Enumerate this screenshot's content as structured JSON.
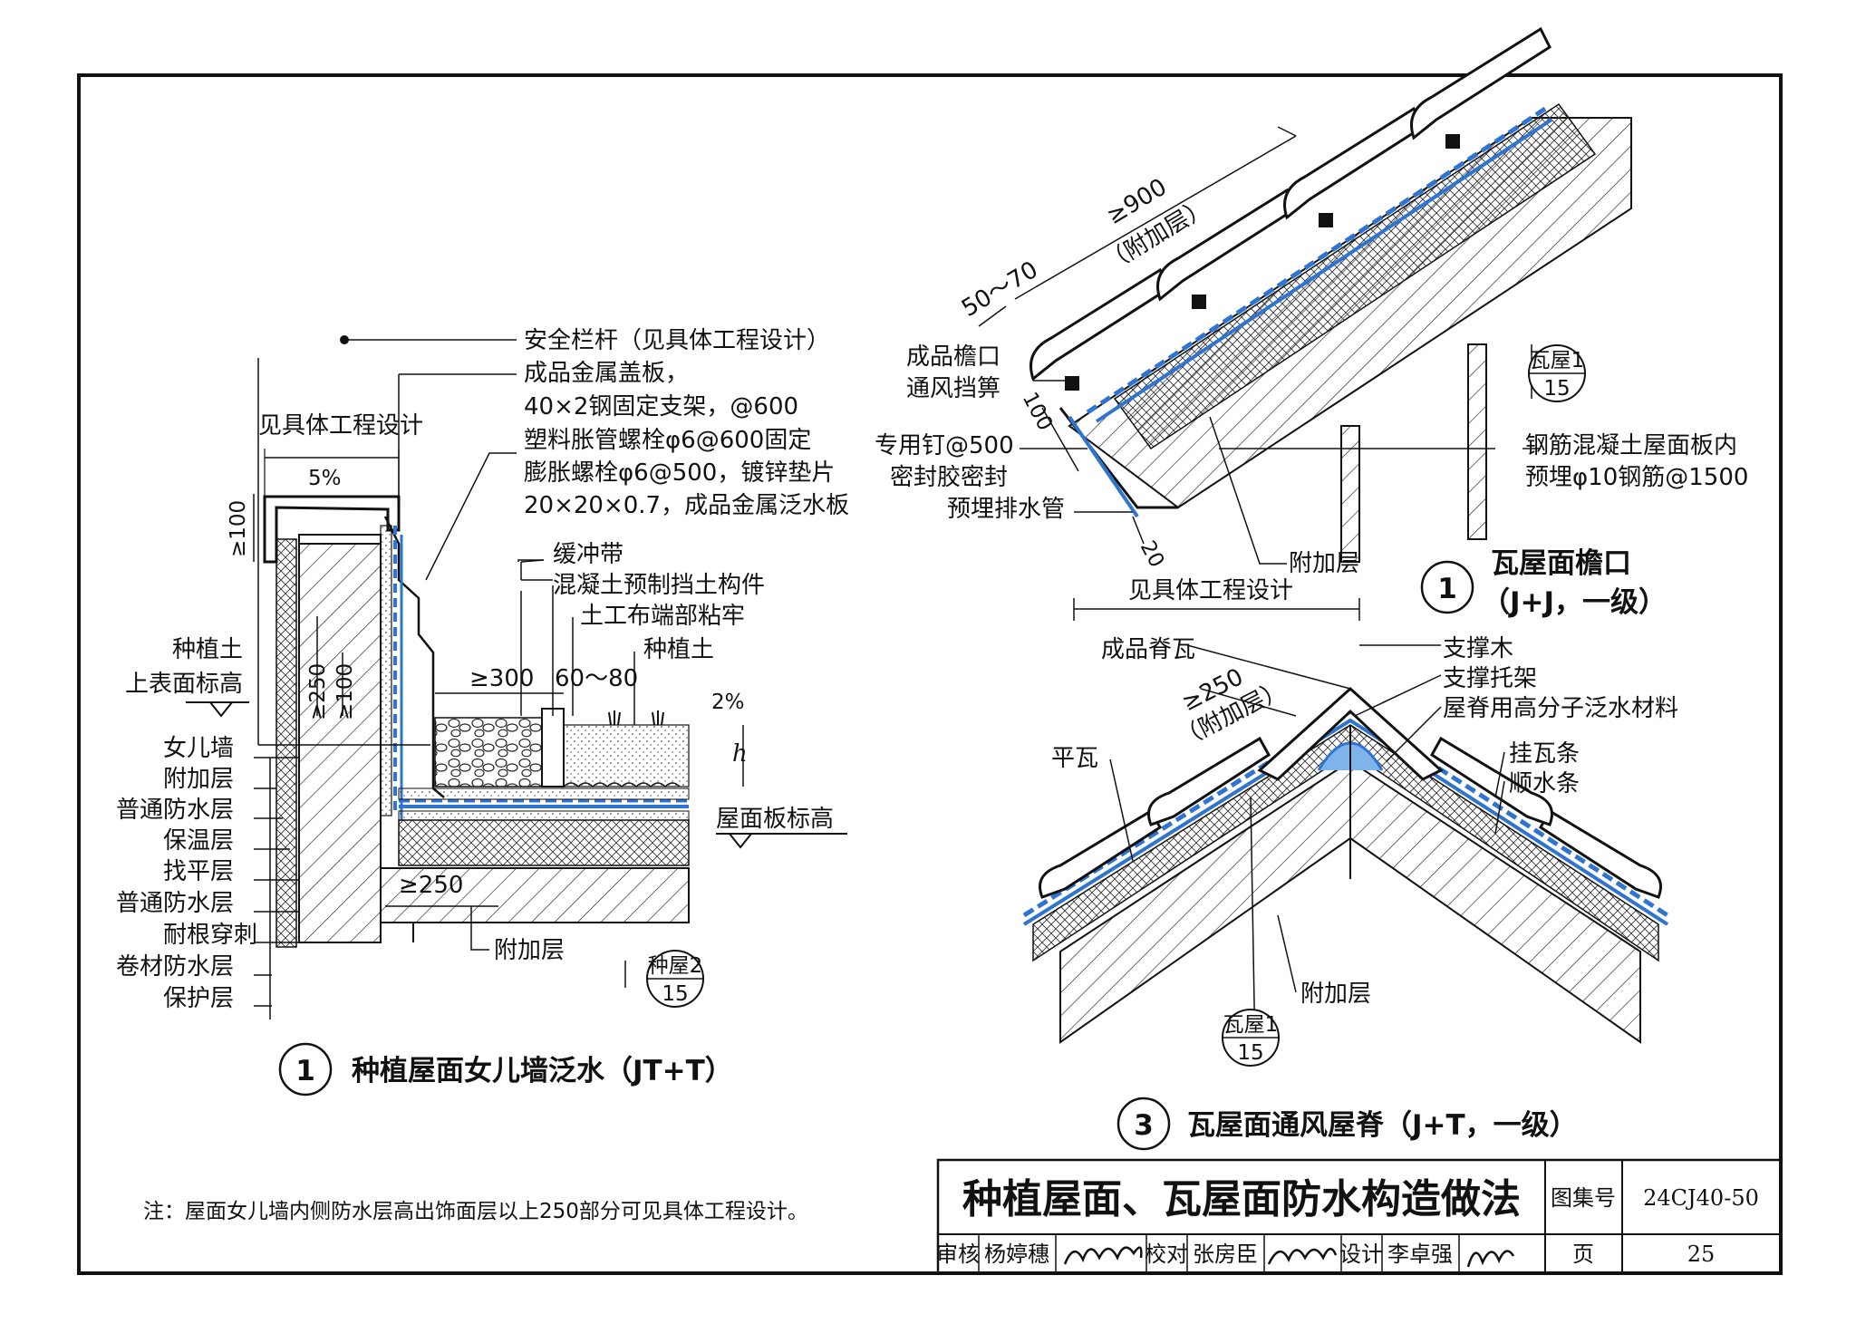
{
  "drawing": {
    "title": "种植屋面、瓦屋面防水构造做法",
    "atlas_label": "图集号",
    "atlas_no": "24CJ40-50",
    "page_label": "页",
    "page_no": "25",
    "review_label": "审核",
    "reviewer": "杨婷穗",
    "check_label": "校对",
    "checker": "张房臣",
    "design_label": "设计",
    "designer": "李卓强",
    "note": "注：屋面女儿墙内侧防水层高出饰面层以上250部分可见具体工程设计。"
  },
  "detail_left": {
    "num": "1",
    "caption": "种植屋面女儿墙泛水（JT+T）",
    "callouts": [
      "安全栏杆（见具体工程设计）",
      "成品金属盖板，",
      "40×2钢固定支架，@600",
      "塑料胀管螺栓φ6@600固定",
      "膨胀螺栓φ6@500，镀锌垫片",
      "20×20×0.7，成品金属泛水板",
      "缓冲带",
      "混凝土预制挡土构件",
      "土工布端部粘牢",
      "种植土"
    ],
    "layers": [
      "女儿墙",
      "附加层",
      "普通防水层",
      "保温层",
      "找平层",
      "普通防水层",
      "耐根穿刺",
      "卷材防水层",
      "保护层"
    ],
    "planting_level": [
      "种植土",
      "上表面标高"
    ],
    "roof_level": "屋面板标高",
    "dim_design": "见具体工程设计",
    "slope5": "5%",
    "slope2": "2%",
    "dim_100a": "≥100",
    "dim_250a": "≥250",
    "dim_100b": "≥100",
    "dim_300": "≥300",
    "dim_6080": "60～80",
    "dim_h": "h",
    "dim_250b": "≥250",
    "add_layer": "附加层",
    "ref_top": "种屋2",
    "ref_bot": "15"
  },
  "detail_eave": {
    "num": "1",
    "caption_1": "瓦屋面檐口",
    "caption_2": "（J+J，一级）",
    "dim_900": "≥900",
    "dim_900_note": "（附加层）",
    "dim_5070": "50～70",
    "dim_100": "100",
    "dim_20": "20",
    "vent_1": "成品檐口",
    "vent_2": "通风挡箅",
    "nail_1": "专用钉@500",
    "nail_2": "密封胶密封",
    "pipe": "预埋排水管",
    "add_layer": "附加层",
    "rebar_1": "钢筋混凝土屋面板内",
    "rebar_2": "预埋φ10钢筋@1500",
    "ref_top": "瓦屋1",
    "ref_bot": "15"
  },
  "detail_ridge": {
    "num": "3",
    "caption": "瓦屋面通风屋脊（J+T，一级）",
    "dim_design": "见具体工程设计",
    "ridge_tile": "成品脊瓦",
    "flat_tile": "平瓦",
    "dim_250": "≥250",
    "dim_250_note": "（附加层）",
    "support_wood": "支撑木",
    "support_bracket": "支撑托架",
    "ridge_flash": "屋脊用高分子泛水材料",
    "batten": "挂瓦条",
    "counter_batten": "顺水条",
    "add_layer": "附加层",
    "ref_top": "瓦屋1",
    "ref_bot": "15"
  },
  "colors": {
    "ink": "#111111",
    "waterproof_blue": "#2f74d0",
    "light_blue": "#7fb4ea",
    "paper": "#ffffff"
  }
}
